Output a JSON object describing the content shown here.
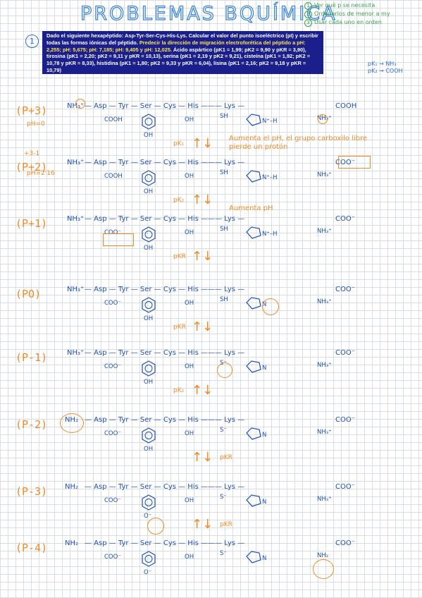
{
  "title": "PROBLEMAS BQUÍMICA",
  "notes": [
    {
      "num": "1",
      "text": "Ver qué p se necesita"
    },
    {
      "num": "2",
      "text": "Ordenarlos de menor a my"
    },
    {
      "num": "3",
      "text": "Usar cada uno en orden"
    }
  ],
  "pk_notes": [
    "pK₁ → NH₃",
    "pK₂ → COOH"
  ],
  "question": {
    "number": "1",
    "text_a": "Dado el siguiente hexapéptido: Asp-Tyr-Ser-Cys-His-Lys. Calcular el valor del punto isoeléctrico (pI) y escribir todas las formas iónicas del péptido. ",
    "text_hl": "Predecir la dirección de migración electroforética del péptido a pH: 2,255; pH: 5,675; pH: 7,185; pH: 9,405 y pH: 12,025.",
    "text_b": " Ácido aspártico (pK1 = 1,99; pK2 = 9,90 y pKR = 3,90), tirosina (pK1 = 2,20; pK2 = 9,11 y pKR = 10,13), serina (pK1 = 2,19 y pK2 = 9,21), cisteína (pK1 = 1,92; pK2 = 10,78 y pKR = 8,33), histidina (pK1 = 1,80; pK2 = 9,33 y pKR = 6,04), lisina (pK1 = 2,16; pK2 = 9,18 y pKR = 10,79)"
  },
  "states": [
    {
      "label": "(P+3)",
      "ph": "pH=0",
      "n": "NH₃⁺",
      "asp": "COOH",
      "cys": "SH",
      "his": "N⁺–H",
      "lys": "NH₃⁺",
      "c": "COOH",
      "tyr": "OH"
    },
    {
      "label": "(P+2)",
      "ph": "pH=2'16",
      "pre": "+3-1",
      "n": "NH₃⁺",
      "asp": "COOH",
      "cys": "SH",
      "his": "N⁺–H",
      "lys": "NH₃⁺",
      "c": "COO⁻",
      "tyr": "OH"
    },
    {
      "label": "(P+1)",
      "n": "NH₃⁺",
      "asp": "COO⁻",
      "cys": "SH",
      "his": "N⁺–H",
      "lys": "NH₃⁺",
      "c": "COO⁻",
      "tyr": "OH"
    },
    {
      "label": "(PO)",
      "n": "NH₃⁺",
      "asp": "COO⁻",
      "cys": "SH",
      "his": "N",
      "lys": "NH₃⁺",
      "c": "COO⁻",
      "tyr": "OH"
    },
    {
      "label": "(P-1)",
      "n": "NH₃⁺",
      "asp": "COO⁻",
      "cys": "S⁻",
      "his": "N",
      "lys": "NH₃⁺",
      "c": "COO⁻",
      "tyr": "OH"
    },
    {
      "label": "(P-2)",
      "n": "NH₂",
      "asp": "COO⁻",
      "cys": "S⁻",
      "his": "N",
      "lys": "NH₃⁺",
      "c": "COO⁻",
      "tyr": "OH"
    },
    {
      "label": "(P-3)",
      "n": "NH₂",
      "asp": "COO⁻",
      "cys": "S⁻",
      "his": "N",
      "lys": "NH₃⁺",
      "c": "COO⁻",
      "tyr": "O⁻"
    },
    {
      "label": "(P-4)",
      "n": "NH₂",
      "asp": "COO⁻",
      "cys": "S⁻",
      "his": "N",
      "lys": "NH₂",
      "c": "COO⁻",
      "tyr": "O⁻"
    }
  ],
  "chain_text": "— Asp — Tyr — Ser — Cys — His ——— Lys —",
  "ser_oh": "OH",
  "transitions": [
    "pK₁",
    "pK₂",
    "pKR",
    "pKR",
    "pK₂",
    "pKR",
    "pKR"
  ],
  "annotations": [
    "Aumenta el pH, el grupo carboxilo libre pierde un protón",
    "Aumenta pH"
  ],
  "colors": {
    "title": "#3f86d6",
    "ink": "#1f4fb8",
    "accent": "#f08a24",
    "note": "#3aa14b",
    "prompt_bg": "#1a1f8c"
  }
}
